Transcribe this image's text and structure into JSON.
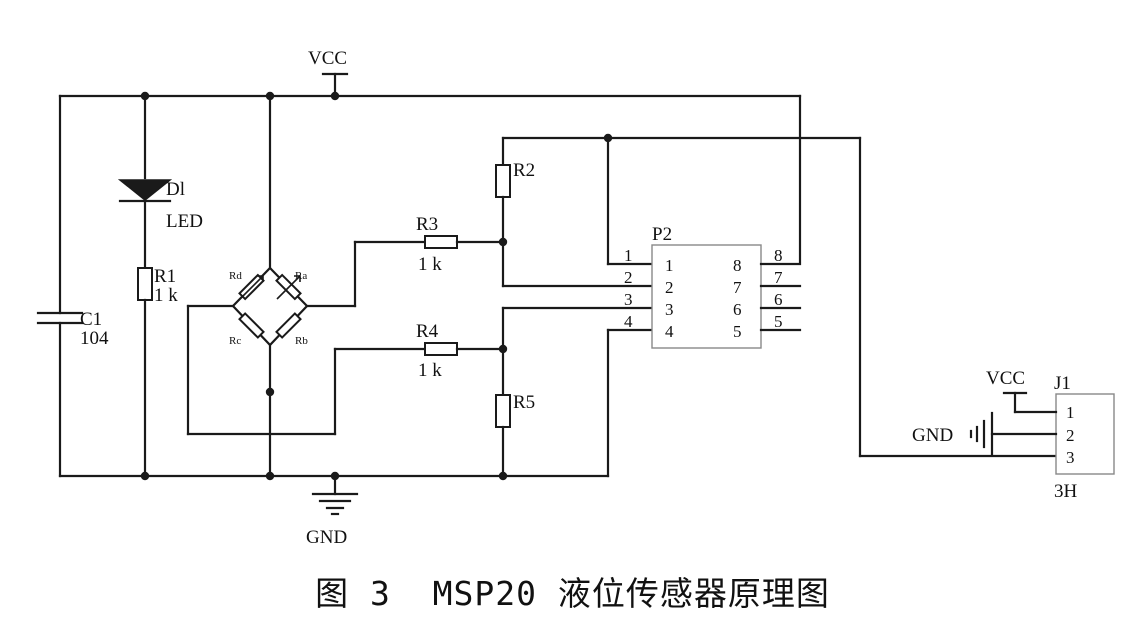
{
  "supply": {
    "vcc": "VCC",
    "gnd": "GND"
  },
  "components": {
    "d1": {
      "ref": "Dl",
      "value": "LED"
    },
    "r1": {
      "ref": "R1",
      "value": "1 k"
    },
    "c1": {
      "ref": "C1",
      "value": "104"
    },
    "r2": {
      "ref": "R2"
    },
    "r3": {
      "ref": "R3",
      "value": "1 k"
    },
    "r4": {
      "ref": "R4",
      "value": "1 k"
    },
    "r5": {
      "ref": "R5"
    },
    "bridge": {
      "ra": "Ra",
      "rb": "Rb",
      "rc": "Rc",
      "rd": "Rd"
    },
    "p2": {
      "ref": "P2",
      "left_pins": [
        "1",
        "2",
        "3",
        "4"
      ],
      "right_pins": [
        "8",
        "7",
        "6",
        "5"
      ],
      "left_wire_labels": [
        "1",
        "2",
        "3",
        "4"
      ],
      "right_wire_labels": [
        "8",
        "7",
        "6",
        "5"
      ]
    },
    "j1": {
      "ref": "J1",
      "value": "3H",
      "pins": [
        "1",
        "2",
        "3"
      ],
      "vcc": "VCC",
      "gnd": "GND"
    }
  },
  "caption": "图 3  MSP20 液位传感器原理图"
}
